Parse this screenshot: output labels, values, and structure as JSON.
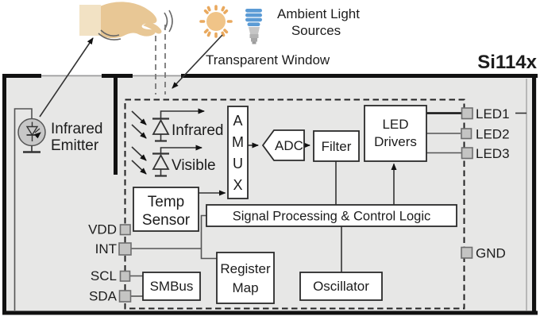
{
  "chip_label": "Si114x",
  "annotations": {
    "ambient_light_line1": "Ambient Light",
    "ambient_light_line2": "Sources",
    "transparent_window": "Transparent Window"
  },
  "emitter": {
    "line1": "Infrared",
    "line2": "Emitter"
  },
  "sensors": {
    "infrared": "Infrared",
    "visible": "Visible"
  },
  "blocks": {
    "amux": [
      "A",
      "M",
      "U",
      "X"
    ],
    "adc": "ADC",
    "filter": "Filter",
    "led_drivers_line1": "LED",
    "led_drivers_line2": "Drivers",
    "temp_sensor_line1": "Temp",
    "temp_sensor_line2": "Sensor",
    "signal_processing": "Signal Processing & Control Logic",
    "register_map_line1": "Register",
    "register_map_line2": "Map",
    "oscillator": "Oscillator",
    "smbus": "SMBus"
  },
  "pins": {
    "vdd": "VDD",
    "int": "INT",
    "scl": "SCL",
    "sda": "SDA",
    "led1": "LED1",
    "led2": "LED2",
    "led3": "LED3",
    "gnd": "GND"
  },
  "icons": {
    "hand": "hand-gesture-icon",
    "sun": "sun-icon",
    "cfl_bulb": "cfl-bulb-icon",
    "infrared_emitter": "infrared-led-icon",
    "infrared_photodiode": "photodiode-icon",
    "visible_photodiode": "photodiode-icon"
  },
  "colors": {
    "package_fill": "#e7e7e6",
    "block_fill": "#ffffff",
    "outline": "#1a1a1a",
    "pin_fill": "#c4c4c3",
    "hand_skin": "#e8c795",
    "hand_wrist": "#f2e2c4",
    "sun_disc": "#f0c488",
    "sun_rays": "#e9a95e",
    "bulb_coil": "#5b9bd5",
    "bulb_base": "#bdbdbd"
  }
}
